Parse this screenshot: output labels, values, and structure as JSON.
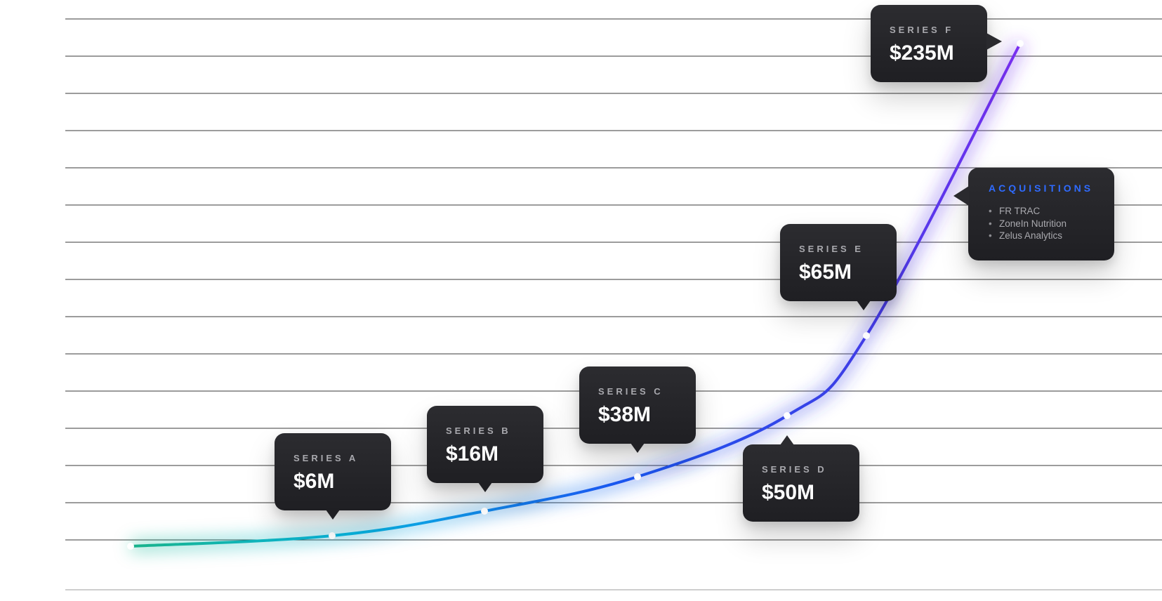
{
  "chart_data": {
    "type": "line",
    "title": "",
    "xlabel": "",
    "ylabel": "",
    "grid": true,
    "line_gradient": [
      "#19b38a",
      "#08b5e0",
      "#1a56f0",
      "#3b3fe6",
      "#7a2ff0"
    ],
    "points": [
      {
        "label": "",
        "value": null
      },
      {
        "label": "SERIES A",
        "value": "$6M"
      },
      {
        "label": "SERIES B",
        "value": "$16M"
      },
      {
        "label": "SERIES C",
        "value": "$38M"
      },
      {
        "label": "SERIES D",
        "value": "$50M"
      },
      {
        "label": "SERIES E",
        "value": "$65M"
      },
      {
        "label": "SERIES F",
        "value": "$235M"
      }
    ],
    "acquisitions": {
      "title": "ACQUISITIONS",
      "items": [
        "FR TRAC",
        "ZoneIn Nutrition",
        "Zelus Analytics"
      ],
      "title_color": "#2f6bff"
    }
  }
}
